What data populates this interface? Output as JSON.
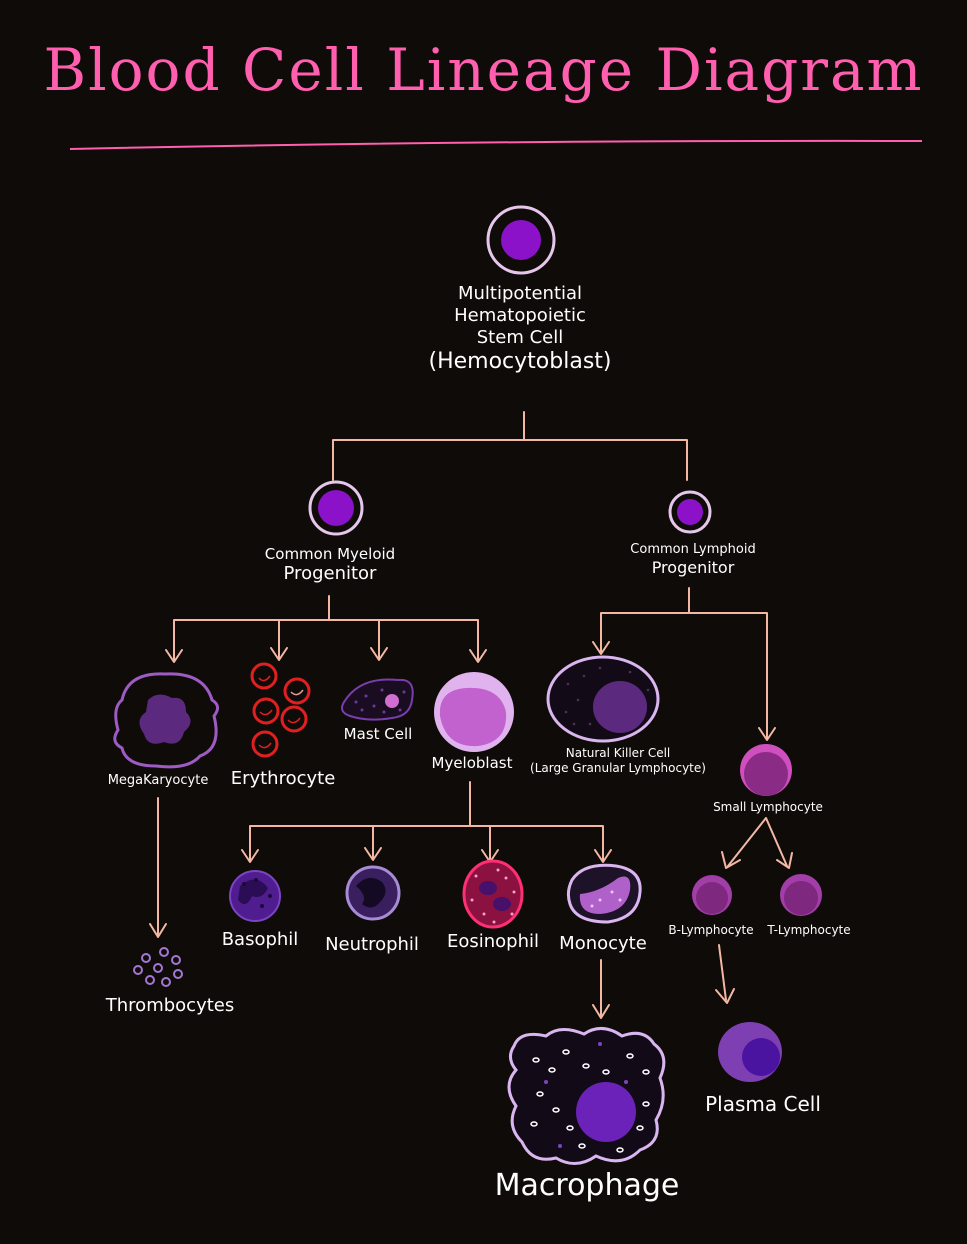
{
  "title": "Blood Cell Lineage Diagram",
  "colors": {
    "background": "#0f0b08",
    "title": "#ff5fae",
    "arrows": "#f3b8a4",
    "cell_outline": "#d9b6ef",
    "nucleus": "#8b12c9",
    "erythrocyte": "#e02020"
  },
  "nodes": {
    "stem_cell": {
      "lines": [
        "Multipotential",
        "Hematopoietic",
        "Stem Cell",
        "(Hemocytoblast)"
      ]
    },
    "myeloid_progenitor": {
      "lines": [
        "Common Myeloid",
        "Progenitor"
      ]
    },
    "lymphoid_progenitor": {
      "lines": [
        "Common Lymphoid",
        "Progenitor"
      ]
    },
    "megakaryocyte": "MegaKaryocyte",
    "erythrocyte": "Erythrocyte",
    "mast_cell": "Mast Cell",
    "myeloblast": "Myeloblast",
    "nk_cell": {
      "lines": [
        "Natural Killer Cell",
        "(Large Granular Lymphocyte)"
      ]
    },
    "small_lymphocyte": "Small Lymphocyte",
    "thrombocytes": "Thrombocytes",
    "basophil": "Basophil",
    "neutrophil": "Neutrophil",
    "eosinophil": "Eosinophil",
    "monocyte": "Monocyte",
    "b_lymphocyte": "B-Lymphocyte",
    "t_lymphocyte": "T-Lymphocyte",
    "macrophage": "Macrophage",
    "plasma_cell": "Plasma Cell"
  }
}
